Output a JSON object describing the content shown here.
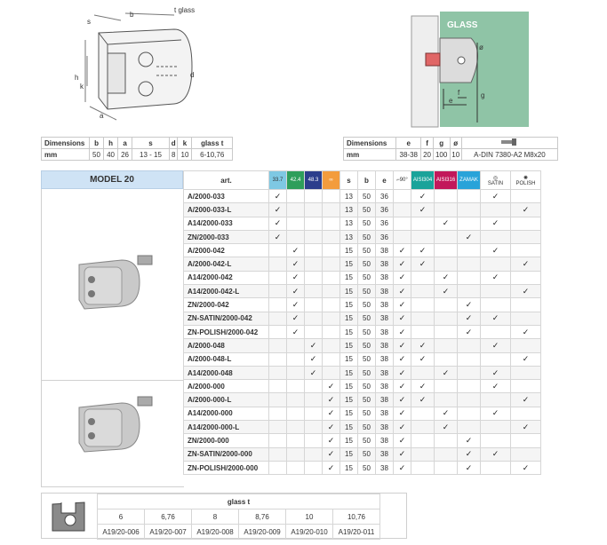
{
  "drawing_left": {
    "labels": [
      "s",
      "b",
      "t glass",
      "h",
      "k",
      "a",
      "d"
    ]
  },
  "drawing_right": {
    "labels": [
      "GLASS",
      "ø",
      "e",
      "f",
      "g"
    ]
  },
  "dim_table_left": {
    "label": "Dimensions",
    "unit": "mm",
    "headers": [
      "b",
      "h",
      "a",
      "s",
      "d",
      "k",
      "glass t"
    ],
    "values": [
      "50",
      "40",
      "26",
      "13 - 15",
      "8",
      "10",
      "6-10,76"
    ]
  },
  "dim_table_right": {
    "label": "Dimensions",
    "unit": "mm",
    "headers": [
      "e",
      "f",
      "g",
      "ø"
    ],
    "values": [
      "38-38",
      "20",
      "100",
      "10",
      "A-DIN 7380-A2 M8x20"
    ]
  },
  "main": {
    "model_title": "MODEL 20",
    "art_header": "art.",
    "col_headers": {
      "c1": "33.7",
      "c2": "42.4",
      "c3": "48.3",
      "c4": "∞",
      "s": "s",
      "b": "b",
      "e": "e",
      "c_angle": "90°",
      "m1": "AISI304",
      "m2": "AISI316",
      "m3": "ZAMAK",
      "f1": "SATIN",
      "f2": "POLISH"
    },
    "colors": {
      "c1": "#7ec8e3",
      "c2": "#2e9e5b",
      "c3": "#2c3e8c",
      "c4": "#f39c3d",
      "m1": "#1aa39a",
      "m2": "#c2185b",
      "m3": "#29a3d9"
    },
    "rows": [
      {
        "art": "A/2000-033",
        "c1": "✓",
        "c2": "",
        "c3": "",
        "c4": "",
        "s": "13",
        "b": "50",
        "e": "36",
        "ang": "",
        "m1": "✓",
        "m2": "",
        "m3": "",
        "f1": "✓",
        "f2": ""
      },
      {
        "art": "A/2000-033-L",
        "c1": "✓",
        "c2": "",
        "c3": "",
        "c4": "",
        "s": "13",
        "b": "50",
        "e": "36",
        "ang": "",
        "m1": "✓",
        "m2": "",
        "m3": "",
        "f1": "",
        "f2": "✓"
      },
      {
        "art": "A14/2000-033",
        "c1": "✓",
        "c2": "",
        "c3": "",
        "c4": "",
        "s": "13",
        "b": "50",
        "e": "36",
        "ang": "",
        "m1": "",
        "m2": "✓",
        "m3": "",
        "f1": "✓",
        "f2": ""
      },
      {
        "art": "ZN/2000-033",
        "c1": "✓",
        "c2": "",
        "c3": "",
        "c4": "",
        "s": "13",
        "b": "50",
        "e": "36",
        "ang": "",
        "m1": "",
        "m2": "",
        "m3": "✓",
        "f1": "",
        "f2": ""
      },
      {
        "art": "A/2000-042",
        "c1": "",
        "c2": "✓",
        "c3": "",
        "c4": "",
        "s": "15",
        "b": "50",
        "e": "38",
        "ang": "✓",
        "m1": "✓",
        "m2": "",
        "m3": "",
        "f1": "✓",
        "f2": ""
      },
      {
        "art": "A/2000-042-L",
        "c1": "",
        "c2": "✓",
        "c3": "",
        "c4": "",
        "s": "15",
        "b": "50",
        "e": "38",
        "ang": "✓",
        "m1": "✓",
        "m2": "",
        "m3": "",
        "f1": "",
        "f2": "✓"
      },
      {
        "art": "A14/2000-042",
        "c1": "",
        "c2": "✓",
        "c3": "",
        "c4": "",
        "s": "15",
        "b": "50",
        "e": "38",
        "ang": "✓",
        "m1": "",
        "m2": "✓",
        "m3": "",
        "f1": "✓",
        "f2": ""
      },
      {
        "art": "A14/2000-042-L",
        "c1": "",
        "c2": "✓",
        "c3": "",
        "c4": "",
        "s": "15",
        "b": "50",
        "e": "38",
        "ang": "✓",
        "m1": "",
        "m2": "✓",
        "m3": "",
        "f1": "",
        "f2": "✓"
      },
      {
        "art": "ZN/2000-042",
        "c1": "",
        "c2": "✓",
        "c3": "",
        "c4": "",
        "s": "15",
        "b": "50",
        "e": "38",
        "ang": "✓",
        "m1": "",
        "m2": "",
        "m3": "✓",
        "f1": "",
        "f2": ""
      },
      {
        "art": "ZN-SATIN/2000-042",
        "c1": "",
        "c2": "✓",
        "c3": "",
        "c4": "",
        "s": "15",
        "b": "50",
        "e": "38",
        "ang": "✓",
        "m1": "",
        "m2": "",
        "m3": "✓",
        "f1": "✓",
        "f2": ""
      },
      {
        "art": "ZN-POLISH/2000-042",
        "c1": "",
        "c2": "✓",
        "c3": "",
        "c4": "",
        "s": "15",
        "b": "50",
        "e": "38",
        "ang": "✓",
        "m1": "",
        "m2": "",
        "m3": "✓",
        "f1": "",
        "f2": "✓"
      },
      {
        "art": "A/2000-048",
        "c1": "",
        "c2": "",
        "c3": "✓",
        "c4": "",
        "s": "15",
        "b": "50",
        "e": "38",
        "ang": "✓",
        "m1": "✓",
        "m2": "",
        "m3": "",
        "f1": "✓",
        "f2": ""
      },
      {
        "art": "A/2000-048-L",
        "c1": "",
        "c2": "",
        "c3": "✓",
        "c4": "",
        "s": "15",
        "b": "50",
        "e": "38",
        "ang": "✓",
        "m1": "✓",
        "m2": "",
        "m3": "",
        "f1": "",
        "f2": "✓"
      },
      {
        "art": "A14/2000-048",
        "c1": "",
        "c2": "",
        "c3": "✓",
        "c4": "",
        "s": "15",
        "b": "50",
        "e": "38",
        "ang": "✓",
        "m1": "",
        "m2": "✓",
        "m3": "",
        "f1": "✓",
        "f2": ""
      },
      {
        "art": "A/2000-000",
        "c1": "",
        "c2": "",
        "c3": "",
        "c4": "✓",
        "s": "15",
        "b": "50",
        "e": "38",
        "ang": "✓",
        "m1": "✓",
        "m2": "",
        "m3": "",
        "f1": "✓",
        "f2": ""
      },
      {
        "art": "A/2000-000-L",
        "c1": "",
        "c2": "",
        "c3": "",
        "c4": "✓",
        "s": "15",
        "b": "50",
        "e": "38",
        "ang": "✓",
        "m1": "✓",
        "m2": "",
        "m3": "",
        "f1": "",
        "f2": "✓"
      },
      {
        "art": "A14/2000-000",
        "c1": "",
        "c2": "",
        "c3": "",
        "c4": "✓",
        "s": "15",
        "b": "50",
        "e": "38",
        "ang": "✓",
        "m1": "",
        "m2": "✓",
        "m3": "",
        "f1": "✓",
        "f2": ""
      },
      {
        "art": "A14/2000-000-L",
        "c1": "",
        "c2": "",
        "c3": "",
        "c4": "✓",
        "s": "15",
        "b": "50",
        "e": "38",
        "ang": "✓",
        "m1": "",
        "m2": "✓",
        "m3": "",
        "f1": "",
        "f2": "✓"
      },
      {
        "art": "ZN/2000-000",
        "c1": "",
        "c2": "",
        "c3": "",
        "c4": "✓",
        "s": "15",
        "b": "50",
        "e": "38",
        "ang": "✓",
        "m1": "",
        "m2": "",
        "m3": "✓",
        "f1": "",
        "f2": ""
      },
      {
        "art": "ZN-SATIN/2000-000",
        "c1": "",
        "c2": "",
        "c3": "",
        "c4": "✓",
        "s": "15",
        "b": "50",
        "e": "38",
        "ang": "✓",
        "m1": "",
        "m2": "",
        "m3": "✓",
        "f1": "✓",
        "f2": ""
      },
      {
        "art": "ZN-POLISH/2000-000",
        "c1": "",
        "c2": "",
        "c3": "",
        "c4": "✓",
        "s": "15",
        "b": "50",
        "e": "38",
        "ang": "✓",
        "m1": "",
        "m2": "",
        "m3": "✓",
        "f1": "",
        "f2": "✓"
      }
    ]
  },
  "bottom": {
    "header": "glass t",
    "thickness": [
      "6",
      "6,76",
      "8",
      "8,76",
      "10",
      "10,76"
    ],
    "codes": [
      "A19/20-006",
      "A19/20-007",
      "A19/20-008",
      "A19/20-009",
      "A19/20-010",
      "A19/20-011"
    ]
  }
}
